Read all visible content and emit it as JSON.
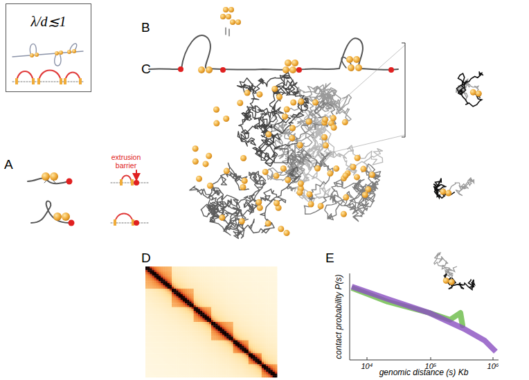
{
  "diagram": {
    "nodes": [
      {
        "text": [
          "λ/d≲1"
        ]
      }
    ],
    "labels": [
      "A",
      "extrusion barrier",
      "B",
      "C",
      "D",
      "E",
      "contact probability P(s)",
      "genomic distance (s) Kb",
      "10⁴",
      "10⁵",
      "10⁶"
    ]
  }
}
